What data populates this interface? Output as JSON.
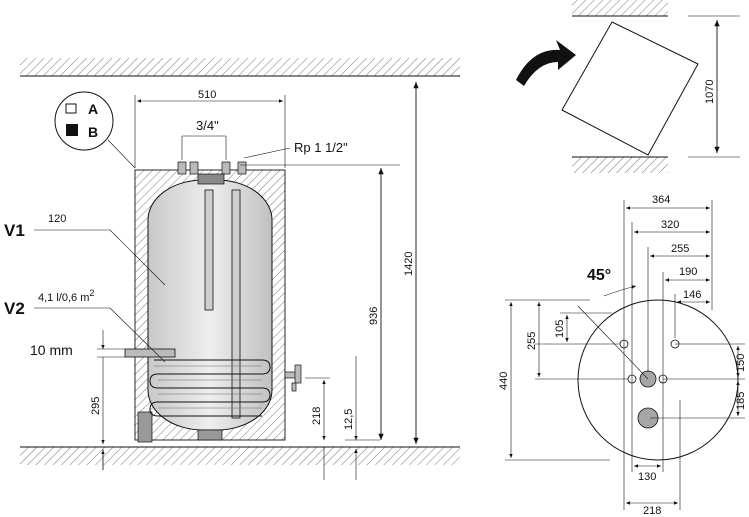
{
  "legend": {
    "label_a": "A",
    "label_b": "B"
  },
  "tank_view": {
    "width_label": "510",
    "connection_label": "3/4\"",
    "thread_label": "Rp 1 1/2\"",
    "total_height_label": "1420",
    "outlet_height_label": "936",
    "coil_bottom_label": "295",
    "drain_height_label": "218",
    "gap_label": "12,5",
    "clearance_label": "10 mm",
    "v1_label": "V1",
    "v1_value": "120",
    "v2_label": "V2",
    "v2_value": "4,1 l/0,6 m",
    "v2_superscript": "2"
  },
  "tilt_view": {
    "height_label": "1070"
  },
  "top_view": {
    "angle_label": "45°",
    "widths": [
      "364",
      "320",
      "255",
      "190",
      "146"
    ],
    "left_dims": [
      "440",
      "255",
      "105"
    ],
    "right_dims": [
      "150",
      "185"
    ],
    "bottom_dims": [
      "130",
      "218"
    ]
  },
  "colors": {
    "line": "#111111",
    "tank_fill": "#d9d9d9",
    "hatch": "#555555",
    "port_fill": "#a6a6a6"
  }
}
